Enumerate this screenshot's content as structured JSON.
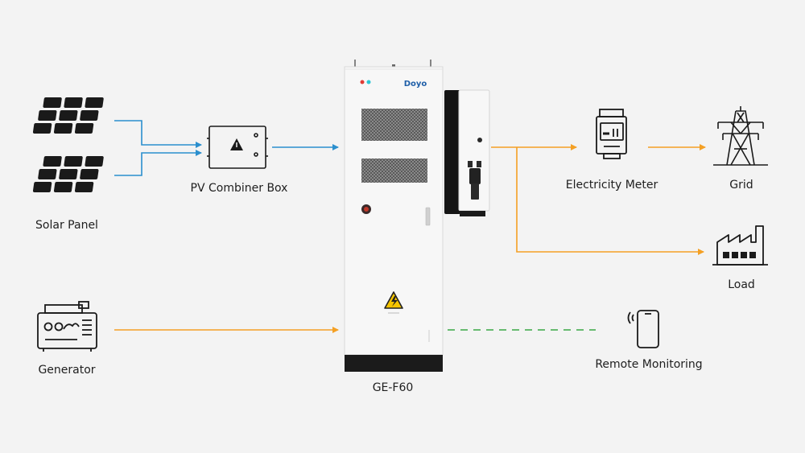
{
  "labels": {
    "solar_panel": "Solar Panel",
    "combiner_box": "PV Combiner Box",
    "generator": "Generator",
    "product": "GE-F60",
    "electricity_meter": "Electricity Meter",
    "grid": "Grid",
    "load": "Load",
    "remote_monitoring": "Remote Monitoring"
  },
  "device": {
    "brand": "Doyo"
  },
  "colors": {
    "dc_flow": "#2b8fce",
    "ac_flow": "#f4a024",
    "comm_link": "#39a845",
    "icon": "#1a1a1a",
    "cabinet": "#f7f7f7",
    "cabinet_base": "#1b1b1b",
    "background": "#f3f3f3"
  },
  "icons": [
    "solar-panel-icon",
    "combiner-box-icon",
    "generator-icon",
    "electricity-meter-icon",
    "transmission-tower-icon",
    "factory-icon",
    "smartphone-icon",
    "warning-icon"
  ]
}
